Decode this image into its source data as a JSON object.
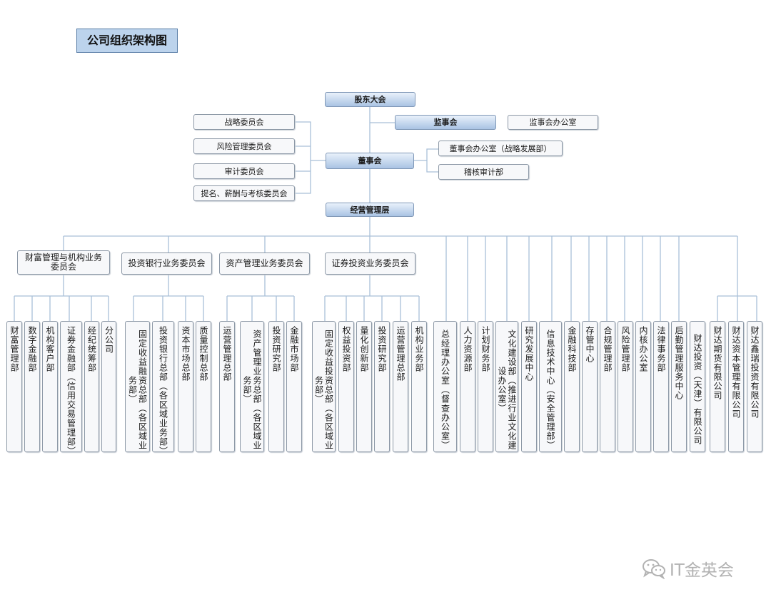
{
  "title": "公司组织架构图",
  "top": {
    "shareholders": "股东大会",
    "supervisors": "监事会",
    "supervisors_office": "监事会办公室",
    "board": "董事会",
    "board_office": "董事会办公室（战略发展部）",
    "audit_dept": "稽核审计部",
    "management": "经营管理层"
  },
  "board_committees": [
    "战略委员会",
    "风险管理委员会",
    "审计委员会",
    "提名、薪酬与考核委员会"
  ],
  "committees": {
    "wealth": "财富管理与机构业务委员会",
    "ib": "投资银行业务委员会",
    "am": "资产管理业务委员会",
    "sec": "证券投资业务委员会"
  },
  "departments": {
    "wealth": [
      "财富管理部",
      "数字金融部",
      "机构客户部",
      "证券金融部（信用交易管理部）",
      "经纪统筹部",
      "分公司"
    ],
    "ib": [
      "固定收益融资总部（各区域业务部）",
      "投资银行总部（各区域业务部）",
      "资本市场总部",
      "质量控制总部"
    ],
    "am": [
      "运营管理总部",
      "资产管理业务总部（各区域业务部）",
      "投资研究部",
      "金融市场部"
    ],
    "sec": [
      "固定收益投资总部（各区域业务部）",
      "权益投资部",
      "量化创新部",
      "投资研究部",
      "运营管理总部",
      "机构业务部"
    ],
    "direct": [
      "总经理办公室（督查办公室）",
      "人力资源部",
      "计划财务部",
      "文化建设部（推进行业文化建设办公室）",
      "研究发展中心",
      "信息技术中心（安全管理部）",
      "金融科技部",
      "存管中心",
      "合规管理部",
      "风险管理部",
      "内核办公室",
      "法律事务部",
      "后勤管理服务中心"
    ],
    "subsidiaries": [
      "财达投资（天津）有限公司",
      "财达期货有限公司",
      "财达资本管理有限公司",
      "财达鑫瑞投资有限公司"
    ]
  },
  "watermark": "IT金英会"
}
